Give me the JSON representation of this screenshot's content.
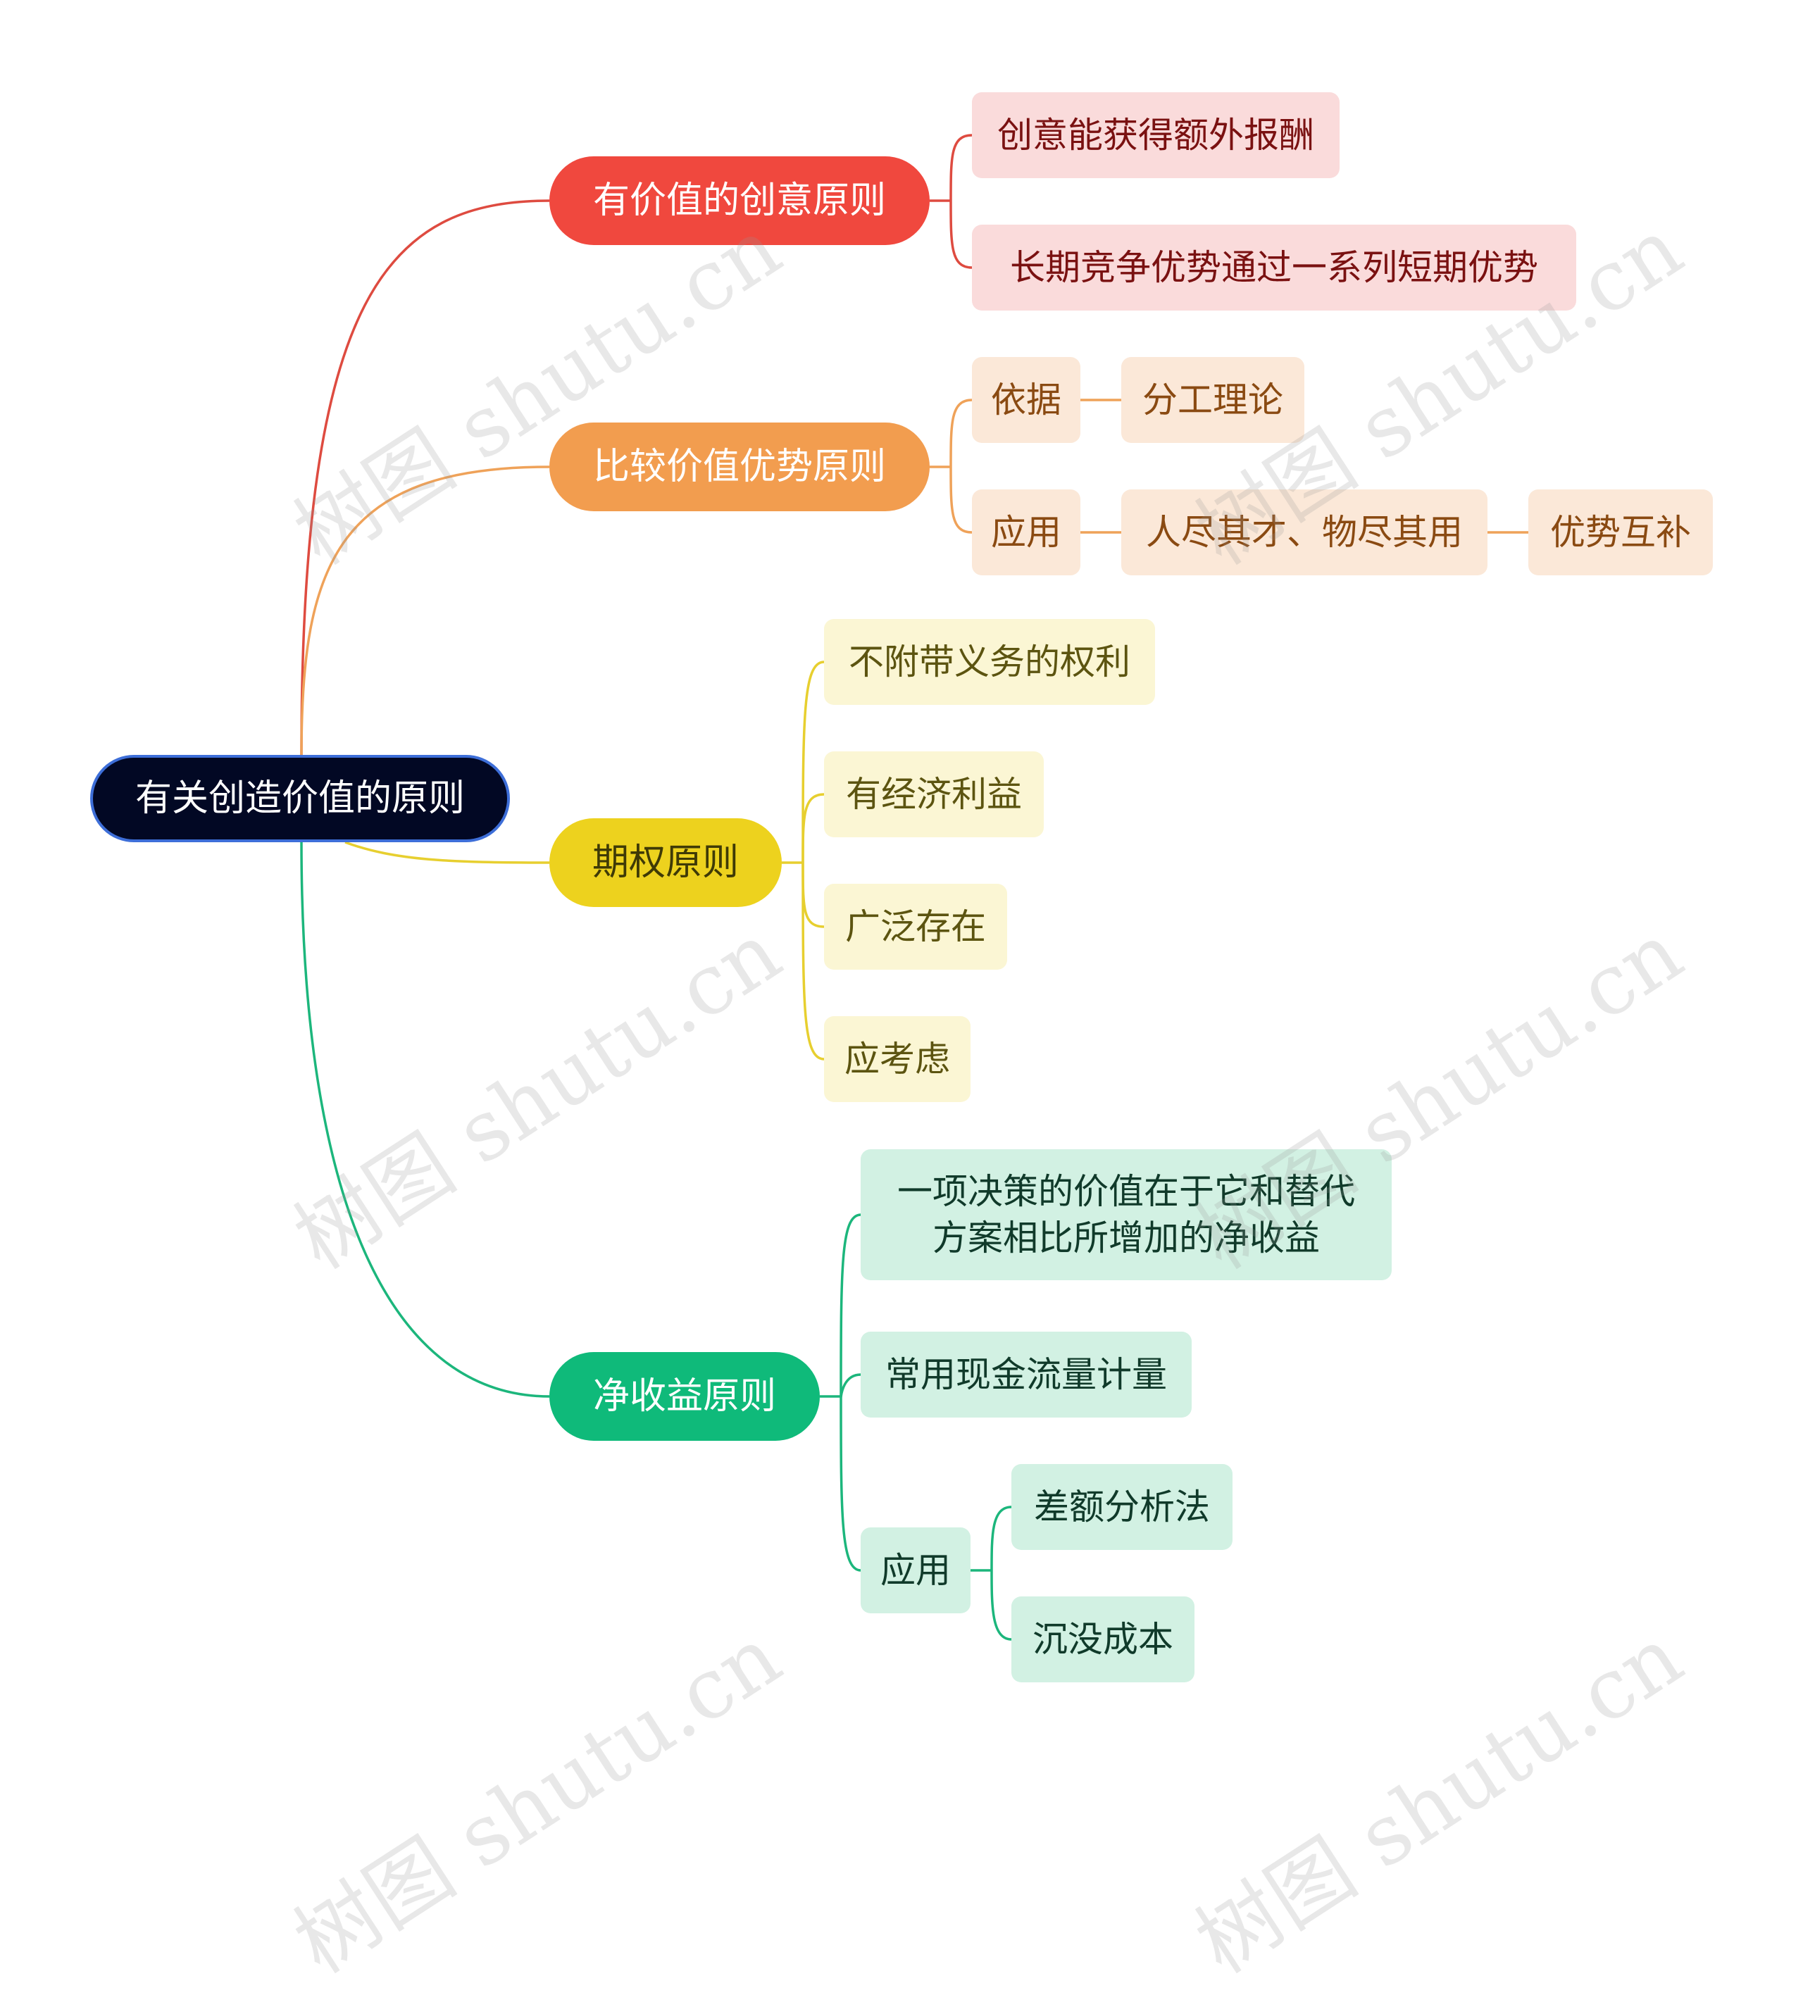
{
  "root": {
    "label": "有关创造价值的原则"
  },
  "branches": [
    {
      "label": "有价值的创意原则",
      "color": "#f0483e",
      "children": [
        "创意能获得额外报酬",
        "长期竞争优势通过一系列短期优势"
      ]
    },
    {
      "label": "比较价值优势原则",
      "color": "#f29d4f",
      "children": [
        {
          "label": "依据",
          "children": [
            "分工理论"
          ]
        },
        {
          "label": "应用",
          "children": [
            {
              "label": "人尽其才、物尽其用",
              "children": [
                "优势互补"
              ]
            }
          ]
        }
      ]
    },
    {
      "label": "期权原则",
      "color": "#edd21e",
      "children": [
        "不附带义务的权利",
        "有经济利益",
        "广泛存在",
        "应考虑"
      ]
    },
    {
      "label": "净收益原则",
      "color": "#0fba7a",
      "children": [
        "一项决策的价值在于它和替代方案相比所增加的净收益",
        "常用现金流量计量",
        {
          "label": "应用",
          "children": [
            "差额分析法",
            "沉没成本"
          ]
        }
      ]
    }
  ],
  "watermark": "树图 shutu.cn"
}
